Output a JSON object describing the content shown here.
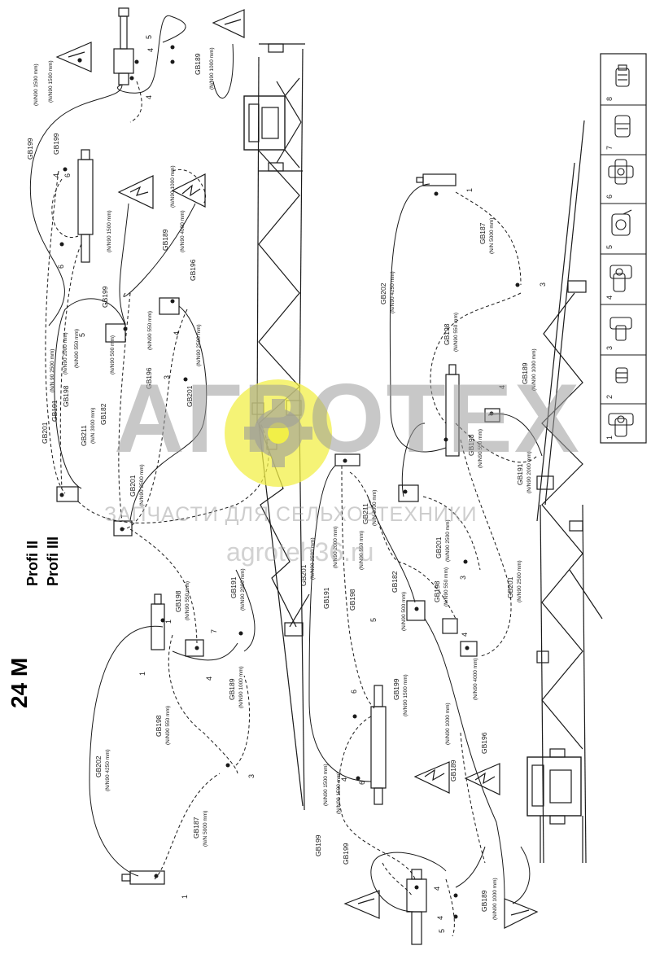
{
  "titles": {
    "model": "24 M",
    "line1": "Profi  II",
    "line2": "Profi  III"
  },
  "watermark": {
    "brand": "АГРОТЕХ",
    "subtitle": "ЗАПЧАСТИ ДЛЯ СЕЛЬХОЗТЕХНИКИ",
    "url": "agroteh36.ru"
  },
  "colors": {
    "ink": "#1a1a1a",
    "watermark_gray": "#9c9c9c",
    "gear_yellow": "#f1ef48"
  },
  "labels": {
    "gb202_a": "GB202",
    "gb202_a_spec": "(N/N90 4250 mm)",
    "gb187_a": "GB187",
    "gb187_a_spec": "(N/N 5000 mm)",
    "gb198_a": "GB198",
    "gb198_a_spec": "(N/N90 550 mm)",
    "gb189_a": "GB189",
    "gb189_a_spec": "(N/N90 1000 mm)",
    "gb191_a": "GB191",
    "gb191_a_spec": "(N/N90 2000 mm)",
    "gb198_b": "GB198",
    "gb198_b_spec": "(N/N90 550 mm)",
    "gb201_a": "GB201",
    "gb201_a_spec": "(N/N 90 2500 mm)",
    "gb191_b": "GB191",
    "gb191_b_spec": "(N/N90 2000 mm)",
    "gb198_c": "GB198",
    "gb198_c_spec": "(N/N90 550 mm)",
    "gb211_a": "GB211",
    "gb211_a_spec": "(N/N 3000 mm)",
    "gb182_a": "GB182",
    "gb182_a_spec": "(N/N90 500 mm)",
    "gb199_a": "GB199",
    "gb199_a_spec": "(N/N90 1500 mm)",
    "gb199_b": "GB199",
    "gb199_b_spec": "(N/N90 1500 mm)",
    "gb199_c": "GB199",
    "gb199_c_spec": "(N/N90 1500 mm)",
    "gb189_b": "GB189",
    "gb189_b_spec": "(N/N90 1000 mm)",
    "gb189_c": "GB189",
    "gb189_c_spec": "(N/N90 1000 mm)",
    "gb196_a": "GB196",
    "gb196_a_spec": "(N/N90 4000 mm)",
    "gb196_b": "GB196",
    "gb196_b_spec": "(N/N90 550 mm)",
    "gb201_b": "GB201",
    "gb201_b_spec": "(N/N90 2500 mm)",
    "gb201_c": "GB201",
    "gb201_c_spec": "(N/N90 2500 mm)",
    "gb202_b": "GB202",
    "gb202_b_spec": "(N/N90 4250 mm)",
    "gb187_b": "GB187",
    "gb187_b_spec": "(N/N 5000 mm)",
    "gb198_d": "GB198",
    "gb198_d_spec": "(N/N90 550 mm)",
    "gb189_d": "GB189",
    "gb189_d_spec": "(N/N90 1000 mm)",
    "gb198_e": "GB198",
    "gb198_e_spec": "(N/N90 550 mm)",
    "gb191_c": "GB191",
    "gb191_c_spec": "(N/N90 2000 mm)",
    "gb211_b": "GB211",
    "gb211_b_spec": "(N/N 3000 mm)",
    "gb201_d": "GB201",
    "gb201_d_spec": "(N/N90 2500 mm)",
    "gb182_b": "GB182",
    "gb182_b_spec": "(N/N90 500 mm)",
    "gb198_f": "GB198",
    "gb198_f_spec": "(N/N90 550 mm)",
    "gb201_e": "GB201",
    "gb201_e_spec": "(N/N90 2500 mm)",
    "gb201_f": "GB201",
    "gb201_f_spec": "(N/N90 2500 mm)",
    "gb191_d": "GB191",
    "gb191_d_spec": "(N/N90 2000 mm)",
    "gb198_g": "GB198",
    "gb198_g_spec": "(N/N90 550 mm)",
    "gb199_d": "GB199",
    "gb199_d_spec": "(N/N90 1500 mm)",
    "gb189_e": "GB189",
    "gb189_e_spec": "(N/N90 1000 mm)",
    "gb196_c": "GB196",
    "gb196_c_spec": "(N/N90 4000 mm)",
    "gb199_e": "GB199",
    "gb199_e_spec": "(N/N90 1500 mm)",
    "gb199_f": "GB199",
    "gb199_f_spec": "(N/N90 1500 mm)",
    "gb189_f": "GB189",
    "gb189_f_spec": "(N/N90 1000 mm)"
  },
  "callouts": {
    "n1": "1",
    "n2": "2",
    "n3": "3",
    "n4": "4",
    "n5": "5",
    "n6": "6",
    "n7": "7",
    "n8": "8"
  },
  "legend": {
    "items": [
      "1",
      "2",
      "3",
      "4",
      "5",
      "6",
      "7",
      "8"
    ]
  }
}
